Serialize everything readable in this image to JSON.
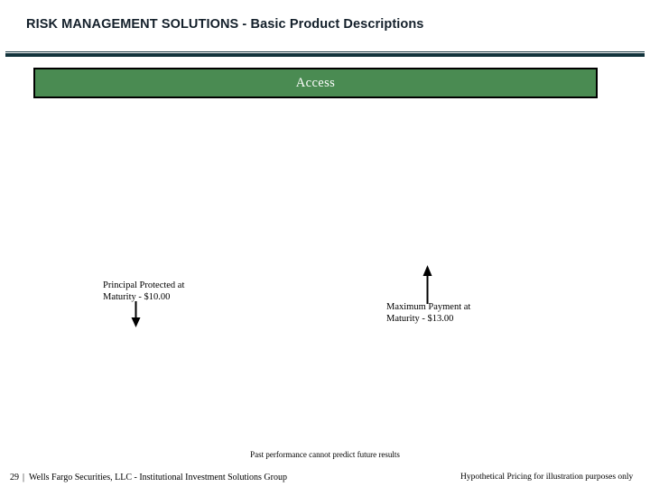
{
  "slide": {
    "title": "RISK MANAGEMENT SOLUTIONS - Basic Product Descriptions",
    "background_color": "#ffffff",
    "title_color": "#14202b",
    "rule_color": "#12333c"
  },
  "band": {
    "label": "Access",
    "fill_color": "#4a8b52",
    "border_color": "#000000",
    "text_color": "#ffffff"
  },
  "annotations": {
    "downside": {
      "line1": "Principal Protected at",
      "line2": "Maturity - $10.00",
      "arrow": "arrow-down-icon",
      "value": "$10.00"
    },
    "upside": {
      "line1": "Maximum Payment at",
      "line2": "Maturity - $13.00",
      "arrow": "arrow-up-icon",
      "value": "$13.00"
    }
  },
  "disclaimer": {
    "text": "Past performance cannot predict future results"
  },
  "footer": {
    "page_number": "29",
    "separator": "|",
    "entity": "Wells Fargo Securities, LLC - Institutional Investment Solutions Group",
    "note": "Hypothetical Pricing for illustration purposes only"
  }
}
